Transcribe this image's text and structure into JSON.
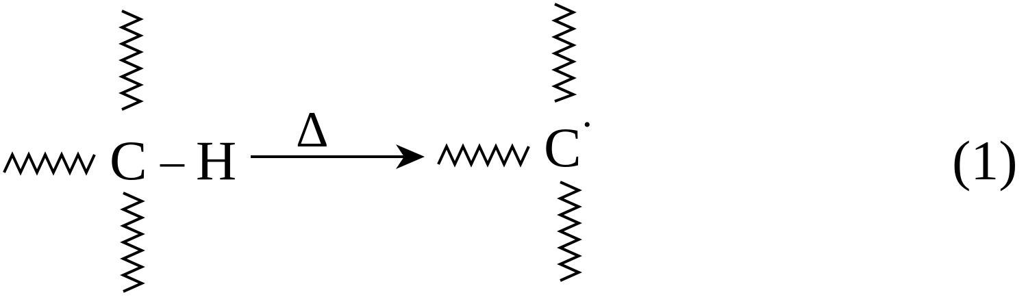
{
  "reaction": {
    "reactant": {
      "carbon": "C",
      "bond": "–",
      "hydrogen": "H"
    },
    "condition": "Δ",
    "product": {
      "carbon": "C",
      "radical_dot": "•"
    },
    "equation_number": "(1)"
  },
  "colors": {
    "ink": "#000000",
    "background": "#ffffff"
  }
}
